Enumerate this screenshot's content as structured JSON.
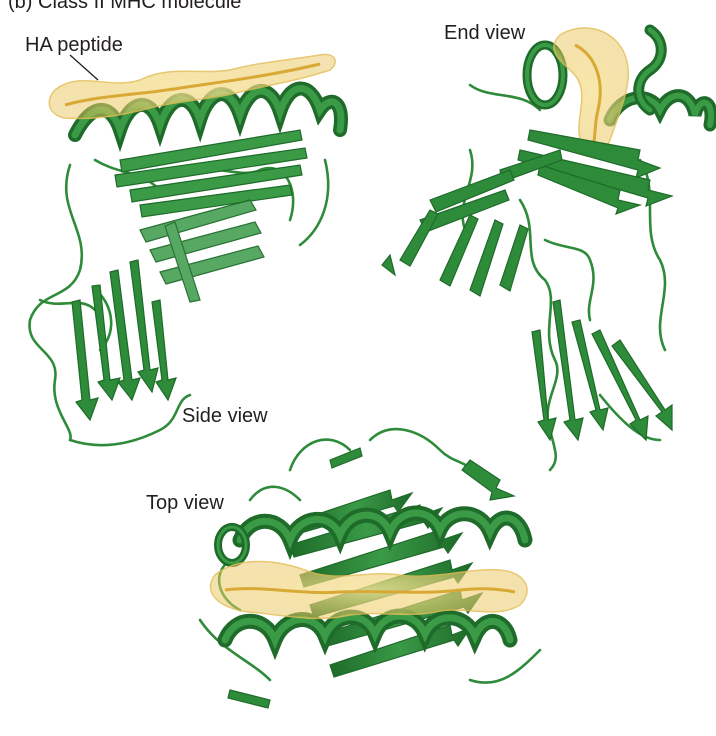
{
  "figure": {
    "panel_label": "(b) Class II MHC molecule",
    "labels": {
      "ha_peptide": "HA peptide",
      "end_view": "End view",
      "side_view": "Side view",
      "top_view": "Top view"
    }
  },
  "colors": {
    "protein": "#2e8b3a",
    "protein_dark": "#1e6b2a",
    "protein_light": "#4fa45a",
    "peptide_surface": "#f3d77a",
    "peptide": "#e0b23a",
    "label": "#231f20"
  }
}
